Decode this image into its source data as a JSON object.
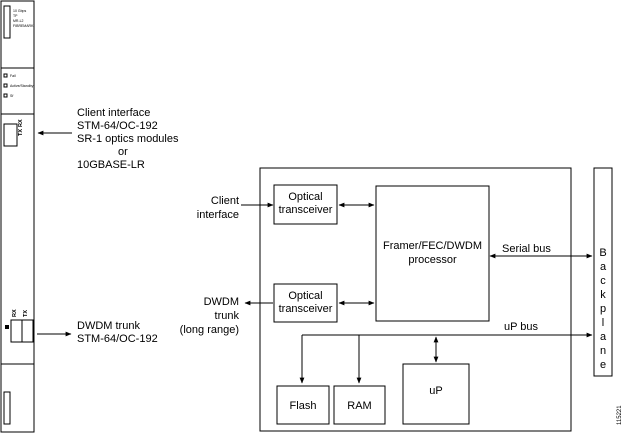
{
  "card": {
    "top_label_lines": [
      "10 Gbps",
      "TP",
      "MR-L2",
      "FIBREMARK"
    ],
    "leds": [
      "Fail",
      "Active/Standby",
      "Sf"
    ],
    "client_port_labels": [
      "TX",
      "RX"
    ],
    "trunk_port_labels": [
      "RX",
      "TX"
    ]
  },
  "client_interface_note": [
    "Client interface",
    "STM-64/OC-192",
    "SR-1 optics modules",
    "or",
    "10GBASE-LR"
  ],
  "dwdm_trunk_note": [
    "DWDM trunk",
    "STM-64/OC-192"
  ],
  "client_interface_label": [
    "Client",
    "interface"
  ],
  "dwdm_trunk_label": [
    "DWDM",
    "trunk",
    "(long range)"
  ],
  "optical_transceiver_top": [
    "Optical",
    "transceiver"
  ],
  "optical_transceiver_bottom": [
    "Optical",
    "transceiver"
  ],
  "processor": [
    "Framer/FEC/DWDM",
    "processor"
  ],
  "serial_bus_label": "Serial bus",
  "up_bus_label": "uP bus",
  "backplane_letters": [
    "B",
    "a",
    "c",
    "k",
    "p",
    "l",
    "a",
    "n",
    "e"
  ],
  "flash_label": "Flash",
  "ram_label": "RAM",
  "up_label": "uP",
  "figure_id": "115221"
}
